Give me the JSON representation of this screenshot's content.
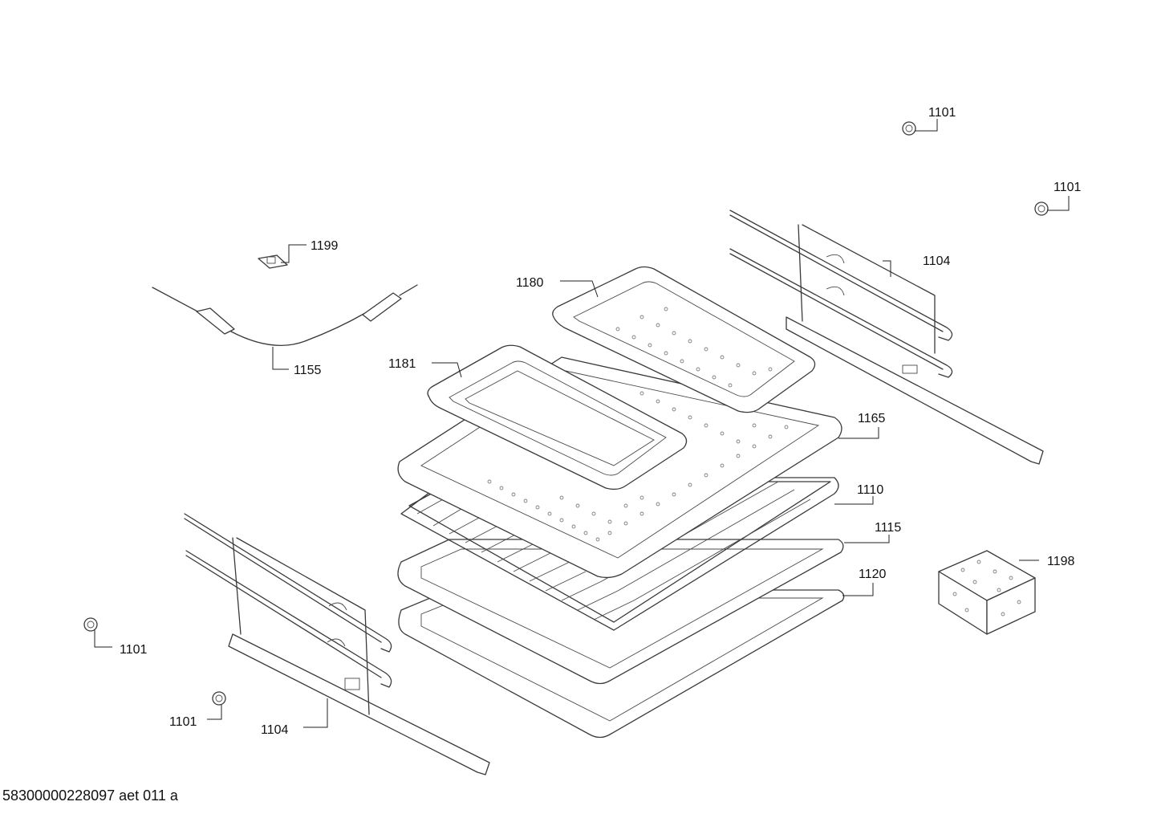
{
  "diagram": {
    "labels": {
      "clip_top_1": "1101",
      "clip_top_2": "1101",
      "clip_left_1": "1101",
      "clip_left_2": "1101",
      "rail_right": "1104",
      "rail_left": "1104",
      "probe_clip": "1199",
      "probe": "1155",
      "pan_small": "1180",
      "pan_large": "1181",
      "perforated_tray": "1165",
      "grid_shelf": "1110",
      "tray_1115": "1115",
      "tray_1120": "1120",
      "sponge": "1198"
    }
  },
  "footer": {
    "code": "58300000228097 aet 011 a"
  }
}
